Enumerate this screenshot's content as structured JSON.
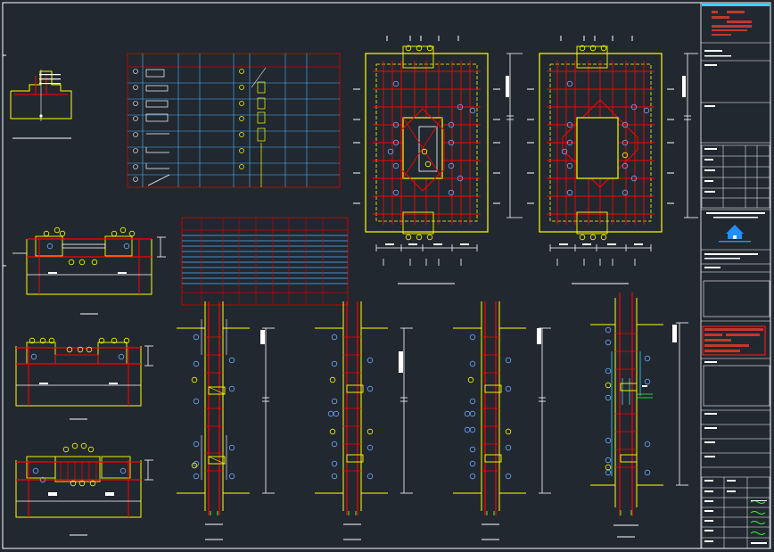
{
  "canvas": {
    "background": "#212830"
  },
  "colors": {
    "frame": "#ffffff",
    "concrete": "#ffff00",
    "rebar_main": "#ff0000",
    "rebar_dist": "#6fa8ff",
    "stirrup": "#ff00ff",
    "callout": "#8ec8ff",
    "dim": "#ffffff",
    "table_grid": "#cc0000",
    "table_fill": "#4fb4ff",
    "accent_cyan": "#33d6ff",
    "green_mark": "#33ff33",
    "logo_blue": "#1e90ff"
  },
  "title_block": {
    "logo_icon": "company-house-icon",
    "stamp_present": true
  },
  "drawing": {
    "plan_views": 2,
    "wall_sections": 4,
    "small_details": 4,
    "schedule_tables": 2
  }
}
